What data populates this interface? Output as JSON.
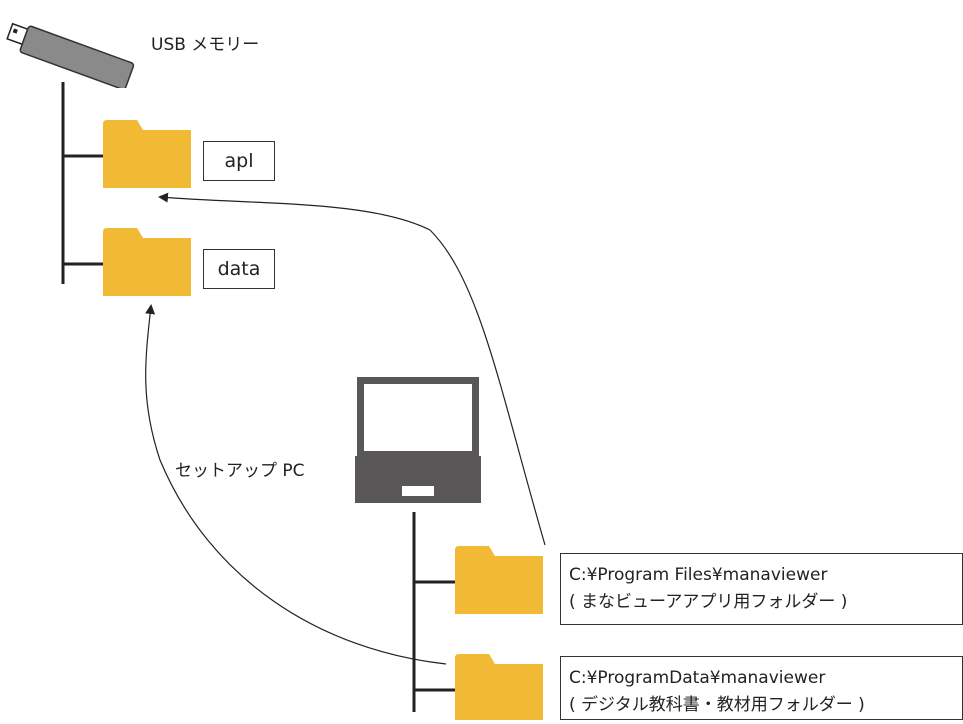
{
  "usb": {
    "label": "USB メモリー",
    "icon": "usb-drive-icon"
  },
  "usb_folders": [
    {
      "name": "apl",
      "icon": "folder-icon"
    },
    {
      "name": "data",
      "icon": "folder-icon"
    }
  ],
  "pc": {
    "label": "セットアップ PC",
    "icon": "laptop-icon"
  },
  "pc_folders": [
    {
      "path": "C:¥Program Files¥manaviewer",
      "note": "( まなビューアアプリ用フォルダー )",
      "icon": "folder-icon"
    },
    {
      "path": "C:¥ProgramData¥manaviewer",
      "note": "( デジタル教科書・教材用フォルダー )",
      "icon": "folder-icon"
    }
  ],
  "colors": {
    "folder": "#f2b935",
    "usb_body": "#8a8a8a",
    "laptop": "#595757",
    "line": "#222222"
  }
}
